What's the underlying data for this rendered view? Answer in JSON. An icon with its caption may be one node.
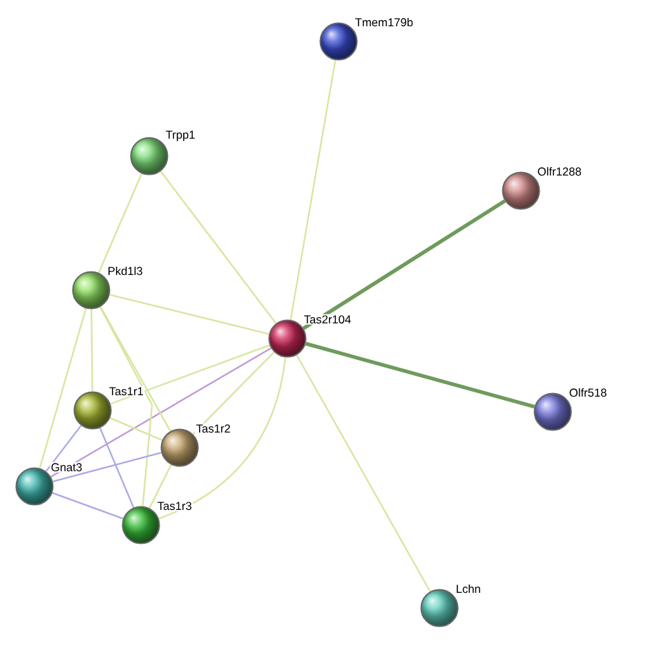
{
  "diagram": {
    "nodes": [
      {
        "text": [
          "Tmem179b"
        ]
      },
      {
        "text": [
          "Olfr1288"
        ]
      },
      {
        "text": [
          "Trpp1"
        ]
      },
      {
        "text": [
          "Pkd1l3"
        ]
      },
      {
        "text": [
          "Tas2r104"
        ]
      },
      {
        "text": [
          "Olfr518"
        ]
      },
      {
        "text": [
          "Tas1r1"
        ]
      },
      {
        "text": [
          "Tas1r2"
        ]
      },
      {
        "text": [
          "Gnat3"
        ]
      },
      {
        "text": [
          "Tas1r3"
        ]
      },
      {
        "text": [
          "Lchn"
        ]
      }
    ],
    "edges": [
      {
        "from": 4,
        "to": 0,
        "arrow": "none"
      },
      {
        "from": 4,
        "to": 1,
        "arrow": "none",
        "style": "thick",
        "color": "#6f9a5c"
      },
      {
        "from": 4,
        "to": 5,
        "arrow": "none",
        "style": "thick",
        "color": "#6f9a5c"
      },
      {
        "from": 4,
        "to": 10,
        "arrow": "none"
      },
      {
        "from": 4,
        "to": 2,
        "arrow": "none"
      },
      {
        "from": 4,
        "to": 3,
        "arrow": "none"
      },
      {
        "from": 4,
        "to": 6,
        "arrow": "none"
      },
      {
        "from": 4,
        "to": 7,
        "arrow": "none"
      },
      {
        "from": 4,
        "to": 8,
        "arrow": "none",
        "color": "#c09ad8"
      },
      {
        "from": 4,
        "to": 9,
        "arrow": "none"
      },
      {
        "from": 2,
        "to": 3,
        "arrow": "none"
      },
      {
        "from": 3,
        "to": 6,
        "arrow": "none"
      },
      {
        "from": 3,
        "to": 7,
        "arrow": "none"
      },
      {
        "from": 3,
        "to": 8,
        "arrow": "none"
      },
      {
        "from": 3,
        "to": 9,
        "arrow": "none"
      },
      {
        "from": 6,
        "to": 7,
        "arrow": "none"
      },
      {
        "from": 6,
        "to": 8,
        "arrow": "none",
        "color": "#a9a8e8"
      },
      {
        "from": 6,
        "to": 9,
        "arrow": "none",
        "color": "#a9a8e8"
      },
      {
        "from": 7,
        "to": 8,
        "arrow": "none",
        "color": "#a9a8e8"
      },
      {
        "from": 7,
        "to": 9,
        "arrow": "none"
      },
      {
        "from": 8,
        "to": 9,
        "arrow": "none",
        "color": "#a9a8e8"
      }
    ]
  }
}
